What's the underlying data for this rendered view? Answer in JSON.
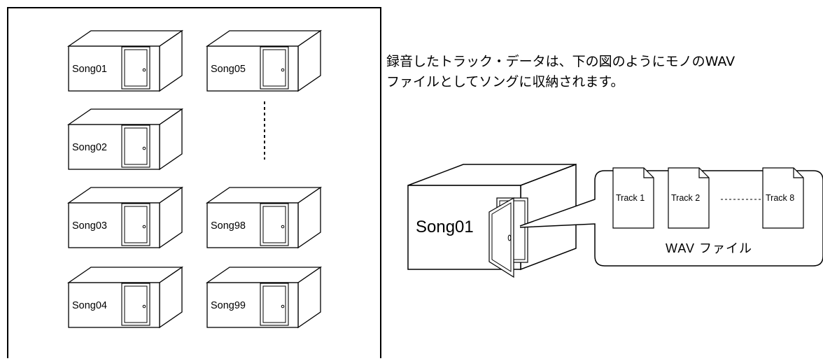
{
  "caption": {
    "line1": "録音したトラック・データは、下の図のようにモノのWAV",
    "line2": "ファイルとしてソングに収納されます。"
  },
  "songs_panel": {
    "songs": [
      "Song01",
      "Song05",
      "Song02",
      "Song03",
      "Song98",
      "Song04",
      "Song99"
    ]
  },
  "detail": {
    "song": "Song01",
    "tracks": [
      "Track 1",
      "Track 2",
      "Track 8"
    ],
    "files_label": "WAV ファイル"
  }
}
